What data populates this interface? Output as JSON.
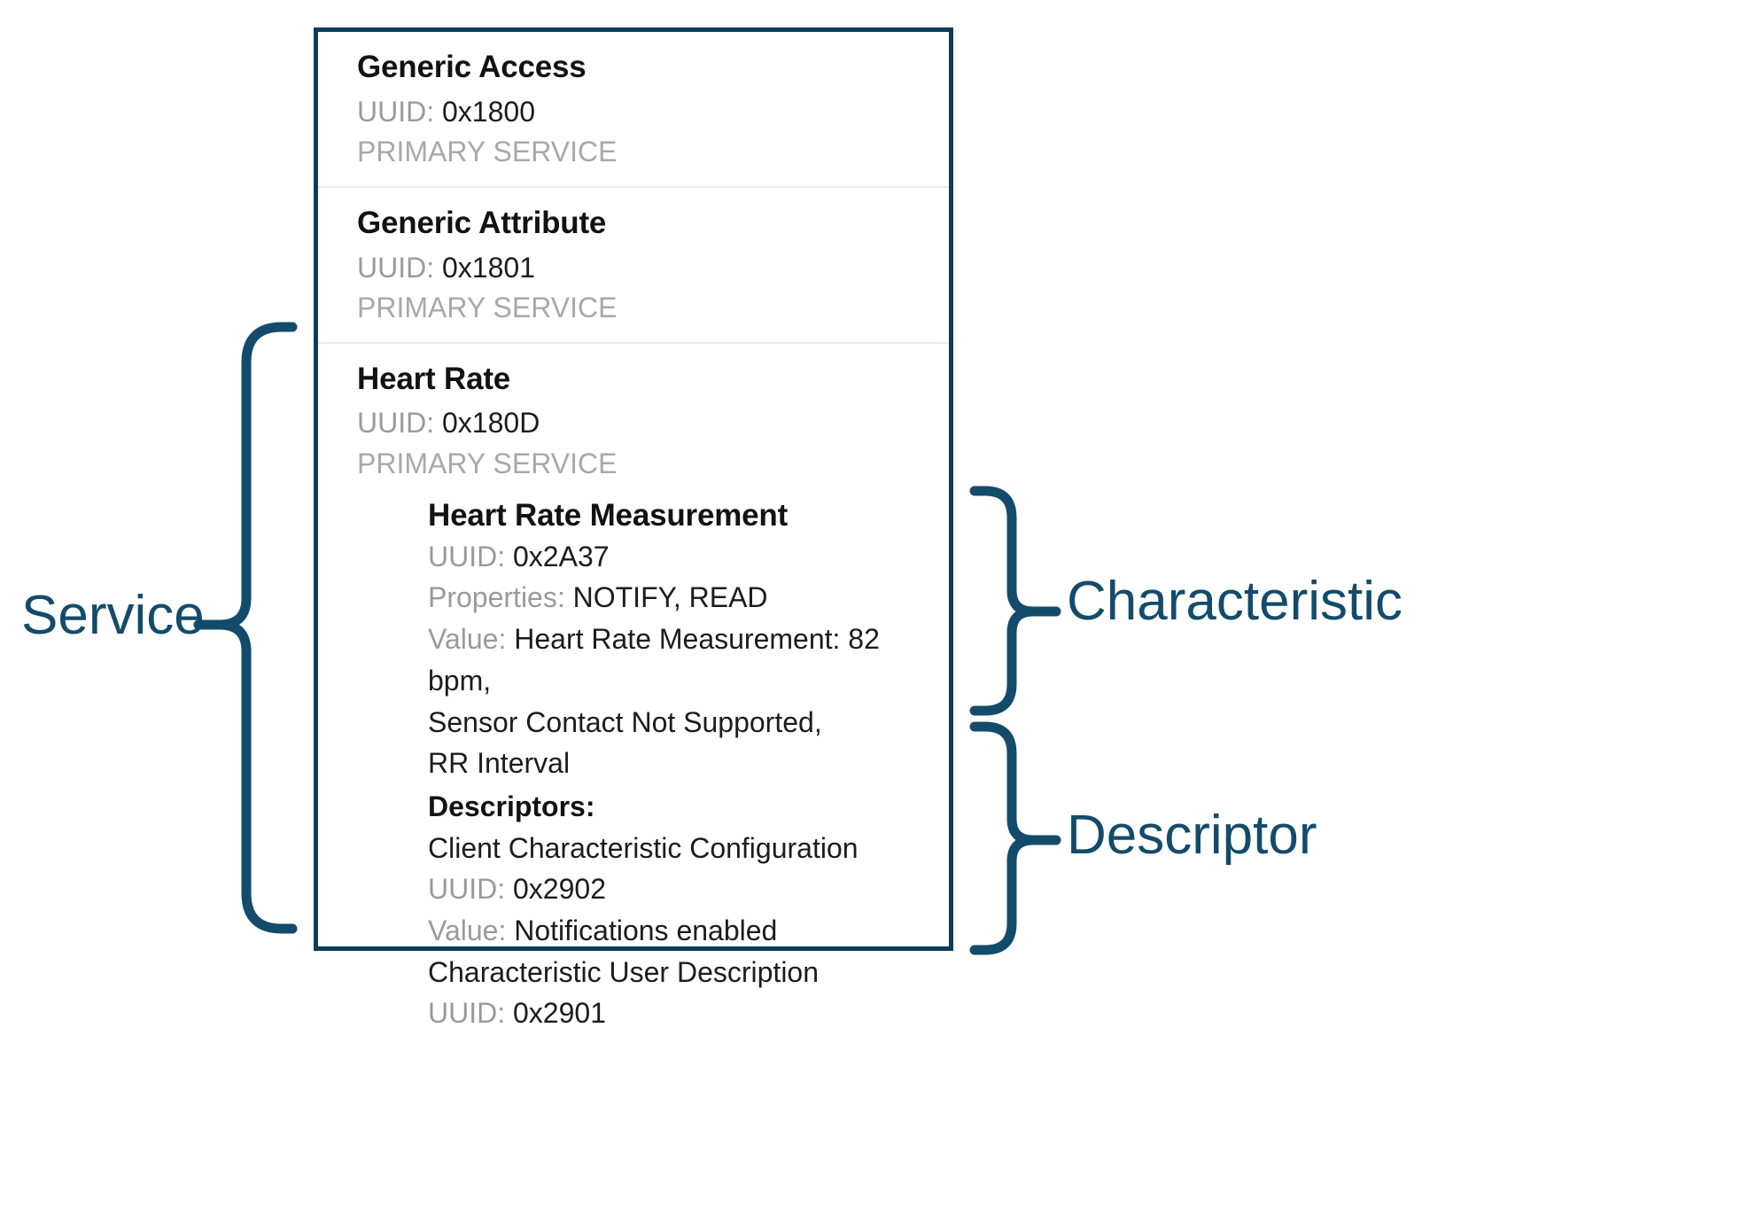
{
  "diagram": {
    "title": "BLE GATT attribute hierarchy",
    "accent_color": "#134b6b",
    "card_border_color": "#0d3c58",
    "muted_text_color": "#9a9a9a",
    "body_text_color": "#1c1c1c"
  },
  "annotations": {
    "service": "Service",
    "characteristic": "Characteristic",
    "descriptor": "Descriptor"
  },
  "services": [
    {
      "name": "Generic Access",
      "uuid_label": "UUID:",
      "uuid_value": "0x1800",
      "type": "PRIMARY SERVICE"
    },
    {
      "name": "Generic Attribute",
      "uuid_label": "UUID:",
      "uuid_value": "0x1801",
      "type": "PRIMARY SERVICE"
    },
    {
      "name": "Heart Rate",
      "uuid_label": "UUID:",
      "uuid_value": "0x180D",
      "type": "PRIMARY SERVICE"
    }
  ],
  "characteristic": {
    "name": "Heart Rate Measurement",
    "uuid_label": "UUID:",
    "uuid_value": "0x2A37",
    "properties_label": "Properties:",
    "properties_value": "NOTIFY, READ",
    "value_label": "Value:",
    "value_line1": "Heart Rate Measurement: 82 bpm,",
    "value_line2": "Sensor Contact Not Supported,",
    "value_line3": "RR Interval"
  },
  "descriptors": {
    "heading": "Descriptors:",
    "items": [
      {
        "name": "Client Characteristic Configuration",
        "uuid_label": "UUID:",
        "uuid_value": "0x2902",
        "value_label": "Value:",
        "value_value": "Notifications enabled"
      },
      {
        "name": "Characteristic User Description",
        "uuid_label": "UUID:",
        "uuid_value": "0x2901",
        "value_label": "",
        "value_value": ""
      }
    ]
  }
}
